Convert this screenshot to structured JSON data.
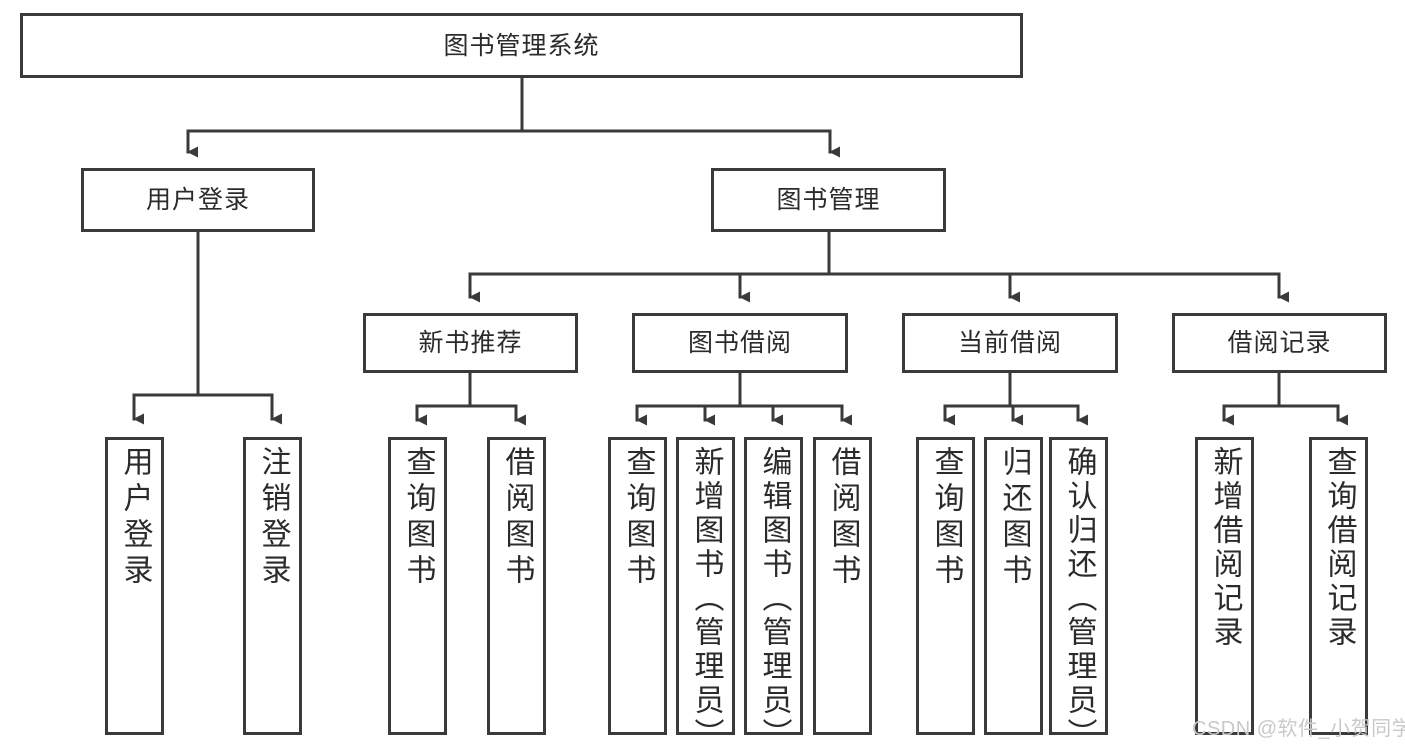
{
  "diagram": {
    "title": "图书管理系统",
    "type": "hierarchy-tree",
    "root": {
      "id": "root",
      "label": "图书管理系统"
    },
    "level2": [
      {
        "id": "user-login",
        "label": "用户登录"
      },
      {
        "id": "book-manage",
        "label": "图书管理"
      }
    ],
    "level3": [
      {
        "id": "new-book-rec",
        "label": "新书推荐",
        "parent": "book-manage"
      },
      {
        "id": "book-borrow",
        "label": "图书借阅",
        "parent": "book-manage"
      },
      {
        "id": "current-borrow",
        "label": "当前借阅",
        "parent": "book-manage"
      },
      {
        "id": "borrow-record",
        "label": "借阅记录",
        "parent": "book-manage"
      }
    ],
    "leaves": [
      {
        "id": "leaf-user-login",
        "label": "用户登录",
        "parent": "user-login"
      },
      {
        "id": "leaf-logout",
        "label": "注销登录",
        "parent": "user-login"
      },
      {
        "id": "leaf-query-book-1",
        "label": "查询图书",
        "parent": "new-book-rec"
      },
      {
        "id": "leaf-borrow-book-1",
        "label": "借阅图书",
        "parent": "new-book-rec"
      },
      {
        "id": "leaf-query-book-2",
        "label": "查询图书",
        "parent": "book-borrow"
      },
      {
        "id": "leaf-add-book",
        "label": "新增图书（管理员）",
        "parent": "book-borrow"
      },
      {
        "id": "leaf-edit-book",
        "label": "编辑图书（管理员）",
        "parent": "book-borrow"
      },
      {
        "id": "leaf-borrow-book-2",
        "label": "借阅图书",
        "parent": "book-borrow"
      },
      {
        "id": "leaf-query-book-3",
        "label": "查询图书",
        "parent": "current-borrow"
      },
      {
        "id": "leaf-return-book",
        "label": "归还图书",
        "parent": "current-borrow"
      },
      {
        "id": "leaf-confirm-return",
        "label": "确认归还（管理员）",
        "parent": "current-borrow"
      },
      {
        "id": "leaf-add-record",
        "label": "新增借阅记录",
        "parent": "borrow-record"
      },
      {
        "id": "leaf-query-record",
        "label": "查询借阅记录",
        "parent": "borrow-record"
      }
    ]
  },
  "watermark": {
    "text": "CSDN @软件_小贺同学"
  },
  "colors": {
    "box_border": "#3a3a3a",
    "box_fill": "#ffffff",
    "connector": "#3a3a3a",
    "text": "#2b2b2b",
    "watermark": "#c9c9c9",
    "background": "#ffffff"
  }
}
